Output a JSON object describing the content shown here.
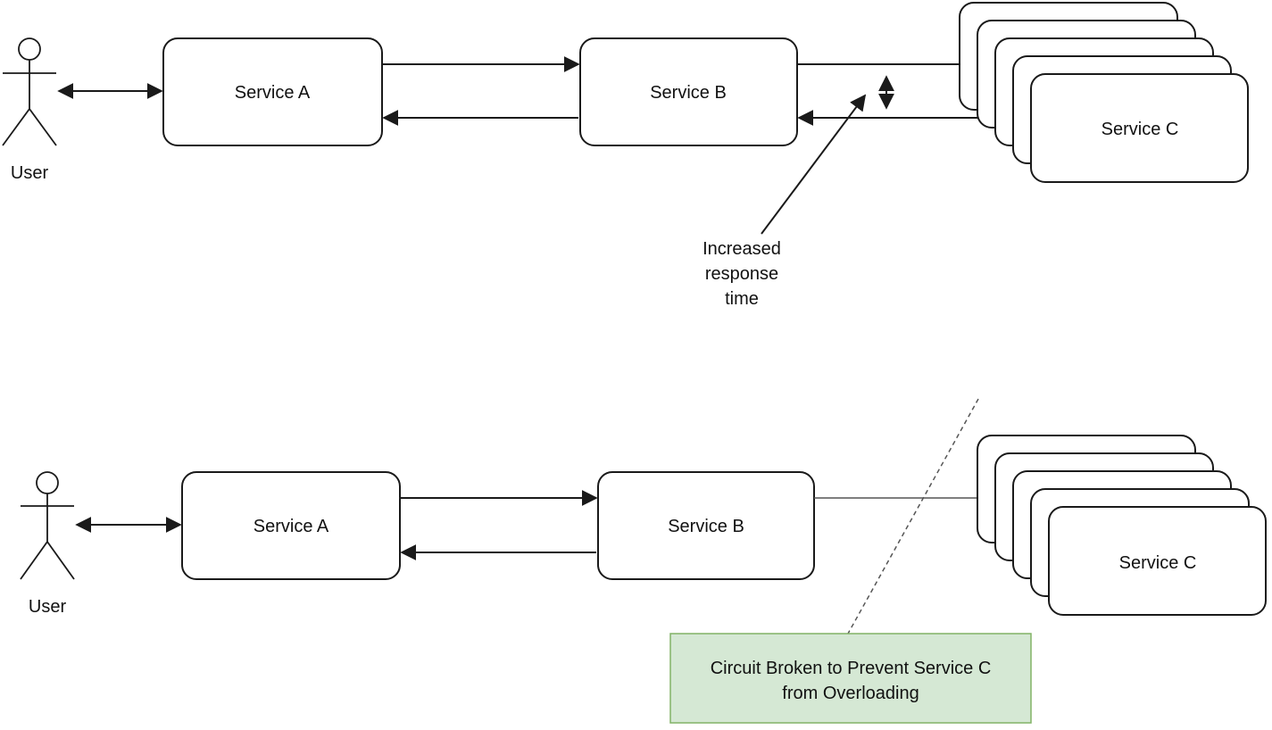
{
  "top": {
    "user_label": "User",
    "service_a": "Service A",
    "service_b": "Service B",
    "service_c": "Service C",
    "annotation_line1": "Increased",
    "annotation_line2": "response",
    "annotation_line3": "time"
  },
  "bottom": {
    "user_label": "User",
    "service_a": "Service A",
    "service_b": "Service B",
    "service_c": "Service C",
    "note_line1": "Circuit Broken to Prevent Service C",
    "note_line2": "from Overloading"
  },
  "colors": {
    "note_fill": "#d5e8d4",
    "note_border": "#82b366",
    "stroke": "#1a1a1a"
  }
}
